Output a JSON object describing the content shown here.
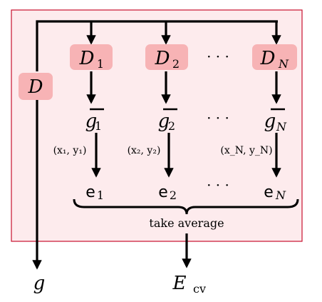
{
  "colors": {
    "frame_fill": "#fdebed",
    "frame_stroke": "#c8102e",
    "box_fill": "#f7b3b5",
    "ink": "#000000"
  },
  "dataset": {
    "letter": "D"
  },
  "subsets": [
    {
      "letter": "D",
      "sub": "1",
      "model": "g",
      "msub": "1",
      "pair": "(x₁, y₁)",
      "err": "e",
      "esub": "1"
    },
    {
      "letter": "D",
      "sub": "2",
      "model": "g",
      "msub": "2",
      "pair": "(x₂, y₂)",
      "err": "e",
      "esub": "2"
    },
    {
      "letter": "D",
      "sub": "N",
      "model": "g",
      "msub": "N",
      "pair": "(x_N, y_N)",
      "err": "e",
      "esub": "N"
    }
  ],
  "ellipsis": "· · ·",
  "average_label": "take average",
  "outputs": {
    "final_model": "g",
    "cv_error": "E",
    "cv_error_sub": "cv"
  }
}
